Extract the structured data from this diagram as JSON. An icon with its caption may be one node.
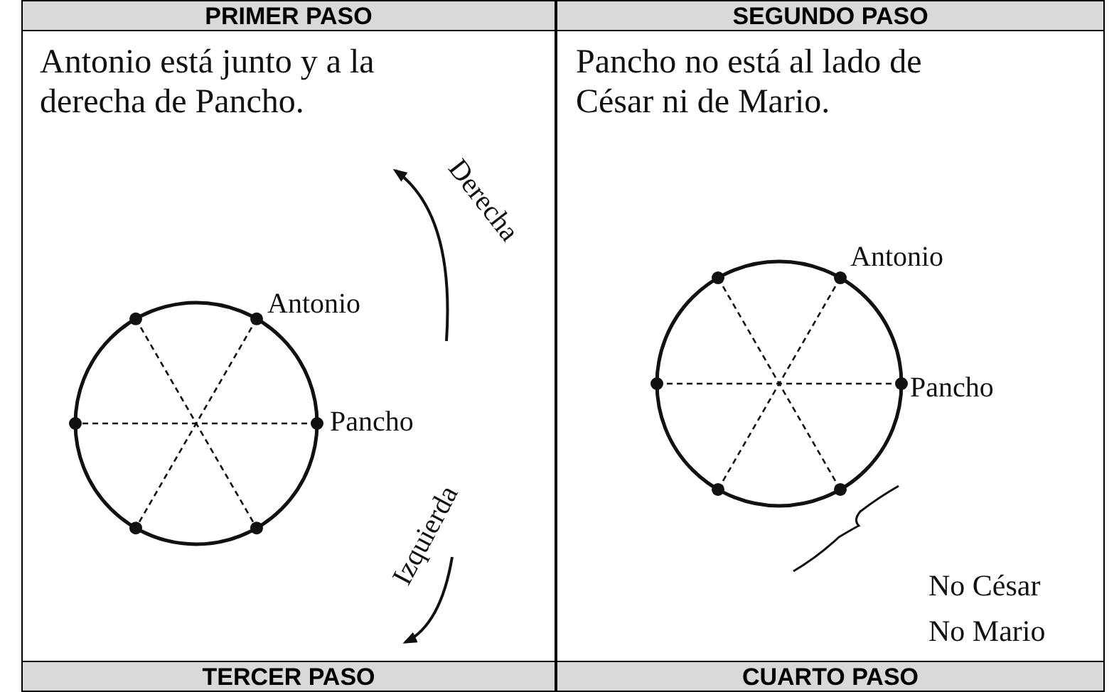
{
  "diagram": {
    "labels": [
      "PRIMER PASO",
      "SEGUNDO PASO",
      "Antonio está junto y a la derecha de Pancho.",
      "Derecha",
      "Antonio",
      "Pancho",
      "Izquierda",
      "Pancho no está al lado de César ni de Mario.",
      "Antonio",
      "Pancho",
      "No César",
      "No Mario",
      "TERCER PASO",
      "CUARTO PASO"
    ]
  }
}
